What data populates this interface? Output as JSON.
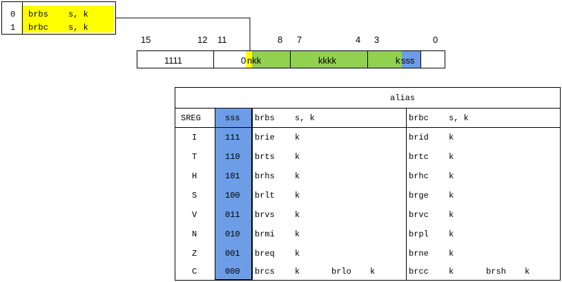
{
  "legend": {
    "rows": [
      {
        "bit": "0",
        "instr": "brbs",
        "ops": "s, k"
      },
      {
        "bit": "1",
        "instr": "brbc",
        "ops": "s, k"
      }
    ]
  },
  "bit_labels": [
    "15",
    "12",
    "11",
    "8",
    "7",
    "4",
    "3",
    "0"
  ],
  "encoding": {
    "seg1": "1111",
    "seg2_prefix": "0",
    "seg2_suffix": "nkk",
    "seg3": "kkkk",
    "seg4_k": "k",
    "seg4_sss": "sss"
  },
  "colors": {
    "yellow": "#ffff00",
    "green": "#92d050",
    "blue": "#6d9de6"
  },
  "table": {
    "title": "alias",
    "headers": {
      "sreg": "SREG",
      "sss": "sss",
      "brbs": "brbs",
      "brbs_ops": "s, k",
      "brbc": "brbc",
      "brbc_ops": "s, k"
    },
    "rows": [
      {
        "sreg": "I",
        "sss": "111",
        "set": "brie",
        "set_op": "k",
        "clr": "brid",
        "clr_op": "k"
      },
      {
        "sreg": "T",
        "sss": "110",
        "set": "brts",
        "set_op": "k",
        "clr": "brtc",
        "clr_op": "k"
      },
      {
        "sreg": "H",
        "sss": "101",
        "set": "brhs",
        "set_op": "k",
        "clr": "brhc",
        "clr_op": "k"
      },
      {
        "sreg": "S",
        "sss": "100",
        "set": "brlt",
        "set_op": "k",
        "clr": "brge",
        "clr_op": "k"
      },
      {
        "sreg": "V",
        "sss": "011",
        "set": "brvs",
        "set_op": "k",
        "clr": "brvc",
        "clr_op": "k"
      },
      {
        "sreg": "N",
        "sss": "010",
        "set": "brmi",
        "set_op": "k",
        "clr": "brpl",
        "clr_op": "k"
      },
      {
        "sreg": "Z",
        "sss": "001",
        "set": "breq",
        "set_op": "k",
        "clr": "brne",
        "clr_op": "k"
      },
      {
        "sreg": "C",
        "sss": "000",
        "set": "brcs",
        "set_op": "k",
        "clr": "brcc",
        "clr_op": "k",
        "set2": "brlo",
        "set2_op": "k",
        "clr2": "brsh",
        "clr2_op": "k"
      }
    ]
  }
}
